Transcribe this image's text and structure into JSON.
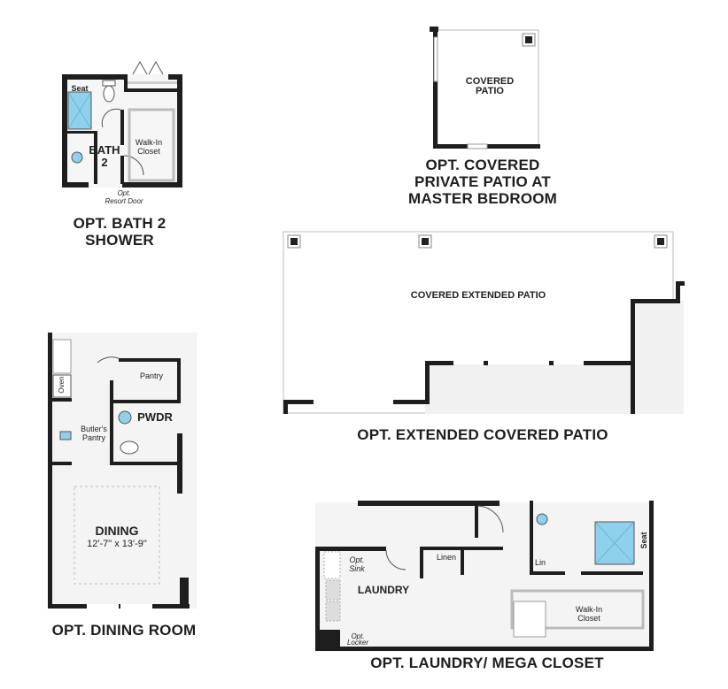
{
  "plans": {
    "bath2": {
      "caption_line1": "OPT. BATH 2",
      "caption_line2": "SHOWER",
      "room_name": "BATH",
      "room_number": "2",
      "seat": "Seat",
      "walk_in_1": "Walk-In",
      "walk_in_2": "Closet",
      "resort_1": "Opt.",
      "resort_2": "Resort Door"
    },
    "private_patio": {
      "caption_line1": "OPT. COVERED",
      "caption_line2": "PRIVATE PATIO AT",
      "caption_line3": "MASTER BEDROOM",
      "room_line1": "COVERED",
      "room_line2": "PATIO"
    },
    "extended_patio": {
      "caption": "OPT. EXTENDED COVERED PATIO",
      "room_name": "COVERED EXTENDED PATIO"
    },
    "dining": {
      "caption": "OPT. DINING ROOM",
      "room_name": "DINING",
      "dimensions": "12'-7\" x 13'-9\"",
      "oven": "Oven",
      "pantry": "Pantry",
      "butlers_1": "Butler's",
      "butlers_2": "Pantry",
      "pwdr": "PWDR"
    },
    "laundry": {
      "caption": "OPT. LAUNDRY/ MEGA CLOSET",
      "room_name": "LAUNDRY",
      "sink_1": "Opt.",
      "sink_2": "Sink",
      "linen": "Linen",
      "locker_1": "Opt.",
      "locker_2": "Locker",
      "lin": "Lin",
      "seat": "Seat",
      "walk_in_1": "Walk-In",
      "walk_in_2": "Closet"
    }
  },
  "colors": {
    "wall": "#1e1e1e",
    "fixture_blue": "#8fd0ec",
    "floor_gray": "#f1f1f1"
  }
}
